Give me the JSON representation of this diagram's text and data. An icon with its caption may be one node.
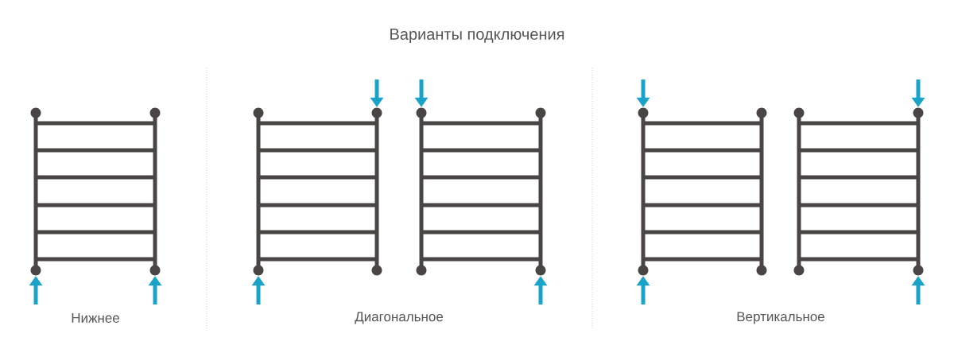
{
  "diagram": {
    "title": "Варианты подключения",
    "nodes": [
      {
        "text": [],
        "shape": "picture"
      },
      {
        "text": [],
        "shape": "picture"
      },
      {
        "text": [],
        "shape": "picture"
      },
      {
        "text": [],
        "shape": "picture"
      },
      {
        "text": [],
        "shape": "picture"
      }
    ],
    "edges": [
      {
        "from": null,
        "to": 0,
        "arrow": "to"
      },
      {
        "from": null,
        "to": 0,
        "arrow": "to"
      },
      {
        "from": null,
        "to": 1,
        "arrow": "to"
      },
      {
        "from": null,
        "to": 1,
        "arrow": "to"
      },
      {
        "from": null,
        "to": 2,
        "arrow": "to"
      },
      {
        "from": null,
        "to": 2,
        "arrow": "to"
      },
      {
        "from": null,
        "to": 3,
        "arrow": "to"
      },
      {
        "from": null,
        "to": 3,
        "arrow": "to"
      },
      {
        "from": null,
        "to": 4,
        "arrow": "to"
      },
      {
        "from": null,
        "to": 4,
        "arrow": "to"
      }
    ],
    "labels": [
      "Нижнее",
      "Диагональное",
      "Вертикальное"
    ]
  }
}
